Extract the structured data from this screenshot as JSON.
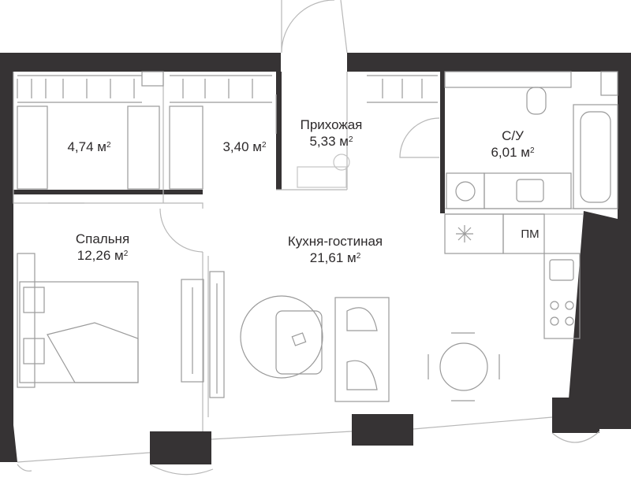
{
  "rooms": {
    "closet1": {
      "area_value": "4,74 м",
      "unit_sup": "2"
    },
    "closet2": {
      "area_value": "3,40 м",
      "unit_sup": "2"
    },
    "hallway": {
      "name": "Прихожая",
      "area_value": "5,33 м",
      "unit_sup": "2"
    },
    "bathroom": {
      "name": "С/У",
      "area_value": "6,01 м",
      "unit_sup": "2"
    },
    "bedroom": {
      "name": "Спальня",
      "area_value": "12,26 м",
      "unit_sup": "2"
    },
    "living": {
      "name": "Кухня-гостиная",
      "area_value": "21,61 м",
      "unit_sup": "2"
    },
    "dishwasher_label": "ПМ"
  },
  "colors": {
    "wall": "#363334",
    "text": "#2d2a2b",
    "line": "#b8b8b8"
  }
}
